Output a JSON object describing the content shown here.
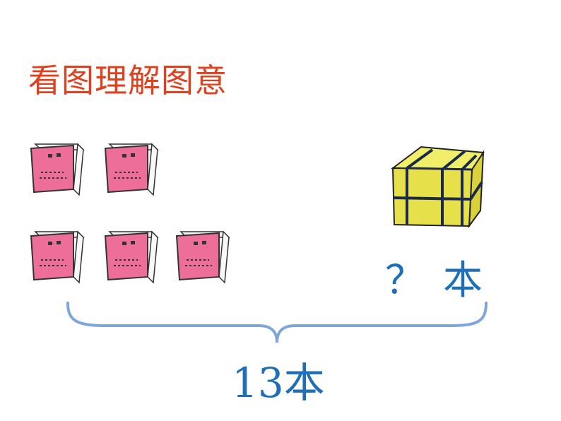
{
  "title": "看图理解图意",
  "bundle": {
    "question": "？",
    "unit": "本"
  },
  "total": {
    "label": "13本"
  },
  "colors": {
    "title": "#e0401e",
    "labels": "#1f6fb8",
    "book_cover": "#ee6e9a",
    "book_spine": "#f8f8f8",
    "bundle_fill": "#e6e04a",
    "brace": "#7fa6d9"
  },
  "books": {
    "top_row_count": 2,
    "bottom_row_count": 3
  }
}
